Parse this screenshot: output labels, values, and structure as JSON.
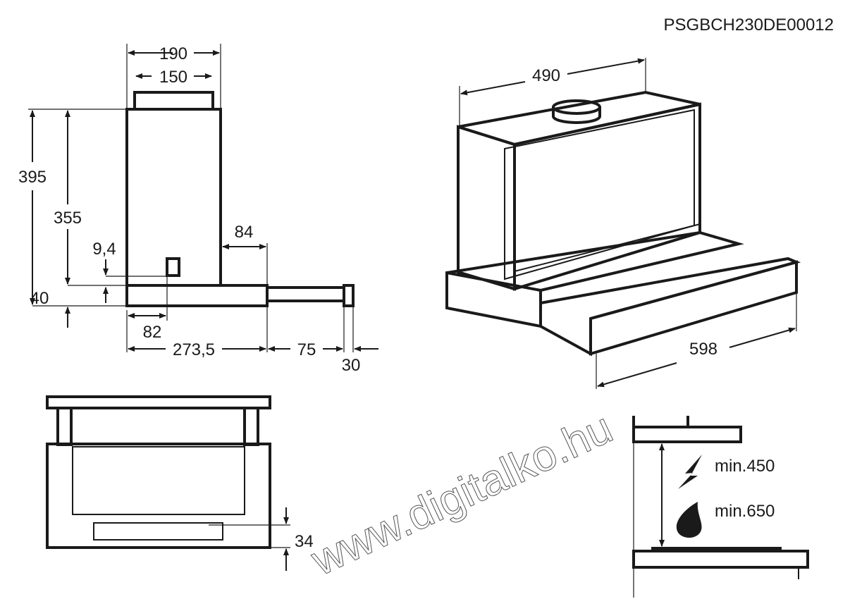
{
  "model_code": "PSGBCH230DE00012",
  "side_view": {
    "width_outer": "190",
    "width_duct": "150",
    "height_total": "395",
    "height_body": "355",
    "height_base": "40",
    "offset_small": "9,4",
    "offset_rear": "84",
    "offset_front": "82",
    "depth_body": "273,5",
    "drawer_extension": "75",
    "handle_depth": "30"
  },
  "front_view": {
    "slot_height": "34"
  },
  "iso_view": {
    "depth": "490",
    "width": "598"
  },
  "clearance": {
    "electric_min": "min.450",
    "gas_min": "min.650"
  },
  "watermark": "www.digitalko.hu"
}
